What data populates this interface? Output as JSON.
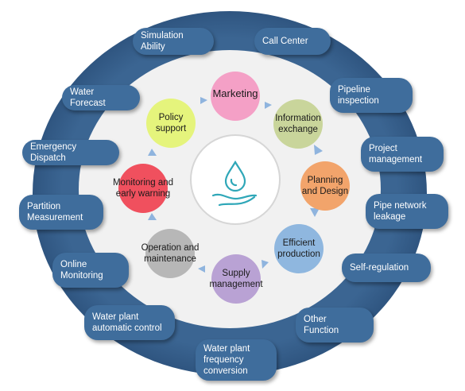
{
  "colors": {
    "ring": "#3b6592",
    "pill": "#3f6d9c",
    "inner_bg": "#f1f1f1",
    "arrow": "#8fb4de",
    "marketing": "#f4a0c6",
    "information_exchange": "#c9d59b",
    "planning_design": "#f2a46b",
    "efficient_production": "#8fb7df",
    "supply_management": "#b9a2d4",
    "operation_maintenance": "#b7b7b7",
    "monitoring_warning": "#f0505e",
    "policy_support": "#e5f47c",
    "logo": "#2fa7b8"
  },
  "outer_labels": {
    "simulation_ability": "Simulation Ability",
    "call_center": "Call Center",
    "water_forecast": "Water Forecast",
    "pipeline_inspection": "Pipeline\ninspection",
    "emergency_dispatch": "Emergency Dispatch",
    "project_management": "Project\nmanagement",
    "partition_measurement": "Partition\nMeasurement",
    "pipe_network_leakage": "Pipe network\nleakage",
    "online_monitoring": "Online\nMonitoring",
    "self_regulation": "Self-regulation",
    "water_plant_automatic_control": "Water plant\nautomatic control",
    "other_function": "Other\nFunction",
    "water_plant_frequency_conversion": "Water plant\nfrequency\nconversion"
  },
  "cycle": {
    "marketing": "Marketing",
    "information_exchange": "Information\nexchange",
    "planning_design": "Planning\nand Design",
    "efficient_production": "Efficient\nproduction",
    "supply_management": "Supply\nmanagement",
    "operation_maintenance": "Operation and\nmaintenance",
    "monitoring_warning": "Monitoring and\nearly warning",
    "policy_support": "Policy\nsupport"
  },
  "center_icon": "water-drop-hand-icon"
}
